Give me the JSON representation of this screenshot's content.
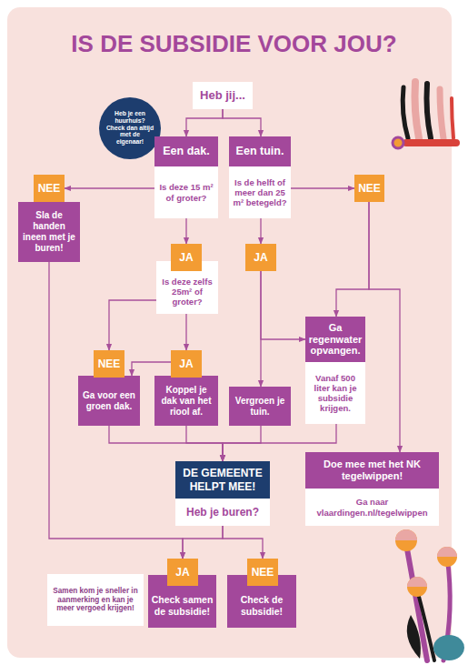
{
  "diagram": {
    "title": "IS DE SUBSIDIE VOOR JOU?",
    "nodes": [
      {
        "text": [
          "Heb jij..."
        ]
      },
      {
        "text": [
          "Heb je een huurhuis? Check dan altijd met de eigenaar!"
        ]
      },
      {
        "text": [
          "Een dak.",
          "Is deze 15 m² of groter?"
        ]
      },
      {
        "text": [
          "Een tuin.",
          "Is de helft of meer dan 25 m² betegeld?"
        ]
      },
      {
        "text": [
          "NEE"
        ]
      },
      {
        "text": [
          "Sla de handen ineen met je buren!"
        ]
      },
      {
        "text": [
          "NEE"
        ]
      },
      {
        "text": [
          "JA"
        ]
      },
      {
        "text": [
          "Is deze zelfs 25m² of groter?"
        ]
      },
      {
        "text": [
          "JA"
        ]
      },
      {
        "text": [
          "NEE"
        ]
      },
      {
        "text": [
          "JA"
        ]
      },
      {
        "text": [
          "Ga voor een groen dak."
        ]
      },
      {
        "text": [
          "Koppel je dak van het riool af."
        ]
      },
      {
        "text": [
          "Vergroen je tuin."
        ]
      },
      {
        "text": [
          "Ga regenwater opvangen.",
          "Vanaf 500 liter kan je subsidie krijgen."
        ]
      },
      {
        "text": [
          "Doe mee met het NK tegelwippen!",
          "Ga naar vlaardingen.nl/tegelwippen"
        ]
      },
      {
        "text": [
          "DE GEMEENTE HELPT MEE!",
          "Heb je buren?"
        ]
      },
      {
        "text": [
          "Samen kom je sneller in aanmerking en kan je meer vergoed krijgen!"
        ]
      },
      {
        "text": [
          "JA"
        ]
      },
      {
        "text": [
          "NEE"
        ]
      },
      {
        "text": [
          "Check samen de subsidie!"
        ]
      },
      {
        "text": [
          "Check de subsidie!"
        ]
      }
    ],
    "edges": [
      {
        "from": 0,
        "to": 2,
        "arrow": "to"
      },
      {
        "from": 0,
        "to": 3,
        "arrow": "to"
      },
      {
        "from": 2,
        "to": 4,
        "arrow": "to"
      },
      {
        "from": 2,
        "to": 7,
        "arrow": "to"
      },
      {
        "from": 3,
        "to": 6,
        "arrow": "to"
      },
      {
        "from": 3,
        "to": 9,
        "arrow": "to"
      },
      {
        "from": 5,
        "to": 19,
        "arrow": "to"
      },
      {
        "from": 8,
        "to": 10,
        "arrow": "to"
      },
      {
        "from": 8,
        "to": 11,
        "arrow": "to"
      },
      {
        "from": 11,
        "to": 12,
        "arrow": "to"
      },
      {
        "from": 9,
        "to": 14,
        "arrow": "to"
      },
      {
        "from": 9,
        "to": 15,
        "arrow": "to"
      },
      {
        "from": 6,
        "to": 15,
        "arrow": "to"
      },
      {
        "from": 6,
        "to": 16,
        "arrow": "to"
      },
      {
        "from": 12,
        "to": 17,
        "arrow": "to"
      },
      {
        "from": 13,
        "to": 17,
        "arrow": "to"
      },
      {
        "from": 14,
        "to": 17,
        "arrow": "to"
      },
      {
        "from": 15,
        "to": 17,
        "arrow": "to"
      },
      {
        "from": 17,
        "to": 19,
        "arrow": "to"
      },
      {
        "from": 17,
        "to": 20,
        "arrow": "to"
      }
    ]
  }
}
